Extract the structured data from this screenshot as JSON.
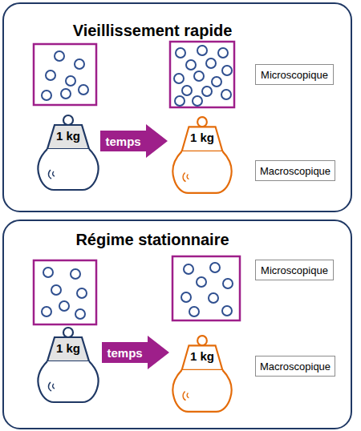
{
  "diagram": {
    "nodes": [
      {
        "text": [
          "Vieillissement rapide"
        ]
      },
      {
        "text": [
          "Microscopique"
        ],
        "in": 0
      },
      {
        "text": [
          "temps"
        ],
        "in": 0
      },
      {
        "text": [
          "1 kg"
        ],
        "in": 0
      },
      {
        "text": [
          "1 kg"
        ],
        "in": 0
      },
      {
        "text": [
          "Macroscopique"
        ],
        "in": 0
      },
      {
        "text": [
          "Régime stationnaire"
        ]
      },
      {
        "text": [
          "Microscopique"
        ],
        "in": 6
      },
      {
        "text": [
          "temps"
        ],
        "in": 6
      },
      {
        "text": [
          "1 kg"
        ],
        "in": 6
      },
      {
        "text": [
          "1 kg"
        ],
        "in": 6
      },
      {
        "text": [
          "Macroscopique"
        ],
        "in": 6
      }
    ]
  }
}
